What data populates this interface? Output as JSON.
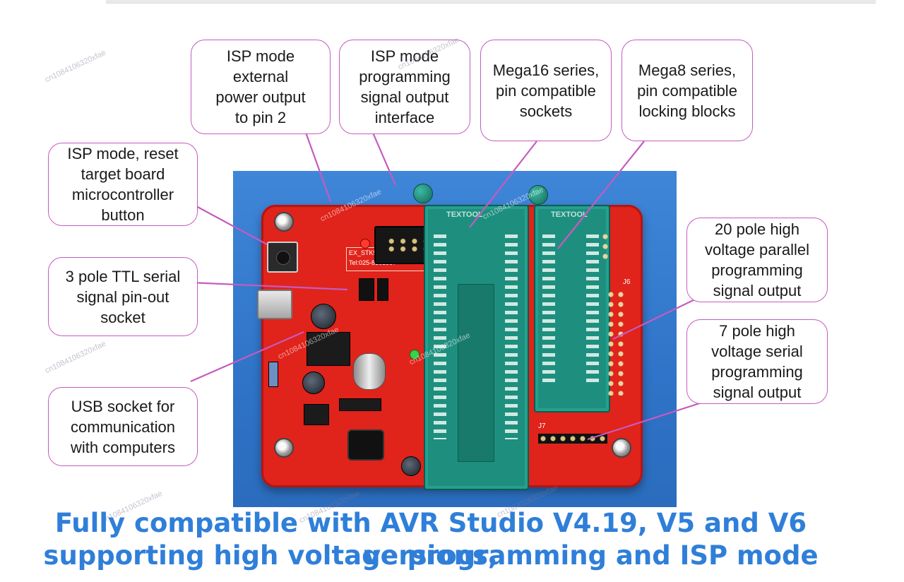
{
  "callouts": {
    "isp_ext_power": "ISP mode\nexternal\npower output\nto pin 2",
    "isp_signal_interface": "ISP mode\nprogramming\nsignal output\ninterface",
    "mega16_sockets": "Mega16 series,\npin compatible\nsockets",
    "mega8_blocks": "Mega8 series,\npin compatible\nlocking blocks",
    "isp_reset_button": "ISP mode, reset\ntarget board\nmicrocontroller\nbutton",
    "ttl_serial_socket": "3 pole TTL serial\nsignal pin-out\nsocket",
    "usb_socket": "USB socket for\ncommunication\nwith computers",
    "hv_parallel": "20 pole high\nvoltage parallel\nprogramming\nsignal output",
    "hv_serial": "7 pole high\nvoltage serial\nprogramming\nsignal output"
  },
  "board_labels": {
    "title": "EX_STK500(Ver6.1)",
    "phone": "Tel:025-8161587",
    "socket_brand_1": "TEXTOOL",
    "socket_brand_2": "TEXTOOL",
    "header_j6": "J6",
    "header_j7": "J7"
  },
  "caption": {
    "line1": "Fully compatible with AVR Studio V4.19, V5 and V6 versions,",
    "line2": "supporting high voltage programming and ISP mode"
  },
  "watermark": "cn1084106320xfae",
  "colors": {
    "callout_border": "#c55bc0",
    "caption": "#2f7fd9",
    "pcb": "#e0231b",
    "zif_socket": "#1e8f7e",
    "photo_background": "#3f86d8"
  }
}
